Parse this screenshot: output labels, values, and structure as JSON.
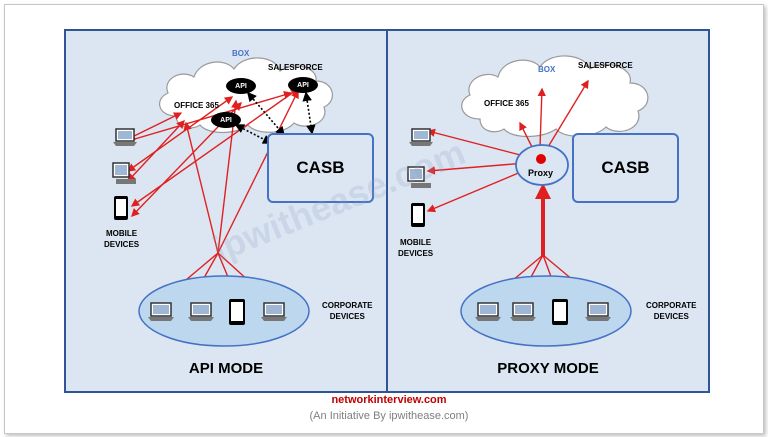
{
  "api_mode": {
    "cloud_services": [
      "BOX",
      "SALESFORCE",
      "OFFICE 365"
    ],
    "api_badge": "API",
    "casb_label": "CASB",
    "mobile_devices_label": [
      "MOBILE",
      "DEVICES"
    ],
    "corporate_devices_label": [
      "CORPORATE",
      "DEVICES"
    ],
    "mode_title": "API MODE"
  },
  "proxy_mode": {
    "cloud_services": [
      "BOX",
      "SALESFORCE",
      "OFFICE 365"
    ],
    "proxy_label": "Proxy",
    "casb_label": "CASB",
    "mobile_devices_label": [
      "MOBILE",
      "DEVICES"
    ],
    "corporate_devices_label": [
      "CORPORATE",
      "DEVICES"
    ],
    "mode_title": "PROXY MODE"
  },
  "footer": {
    "site": "networkinterview.com",
    "tagline": "(An Initiative By ipwithease.com)"
  },
  "watermark": "ipwithease.com",
  "colors": {
    "panel_border": "#2f5597",
    "panel_fill": "#dce6f2",
    "arrow": "#e02020",
    "api_dotted": "#000000",
    "box_text": "#4472c4",
    "site_text": "#c00000"
  },
  "icons": [
    "cloud-icon",
    "laptop-icon",
    "desktop-icon",
    "mobile-phone-icon",
    "tablet-icon",
    "proxy-dot-icon"
  ]
}
